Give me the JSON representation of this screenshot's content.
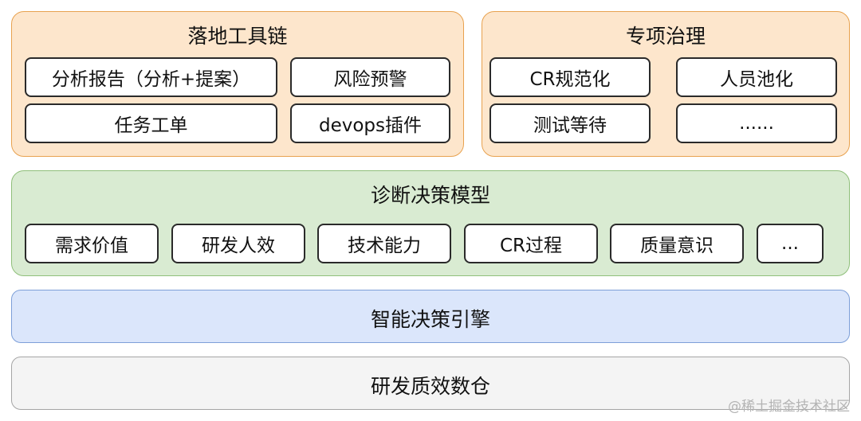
{
  "toolchain": {
    "title": "落地工具链",
    "items": [
      "分析报告（分析+提案）",
      "风险预警",
      "任务工单",
      "devops插件"
    ]
  },
  "special": {
    "title": "专项治理",
    "items": [
      "CR规范化",
      "人员池化",
      "测试等待",
      "......"
    ]
  },
  "model": {
    "title": "诊断决策模型",
    "items": [
      "需求价值",
      "研发人效",
      "技术能力",
      "CR过程",
      "质量意识",
      "..."
    ]
  },
  "engine": {
    "title": "智能决策引擎"
  },
  "warehouse": {
    "title": "研发质效数仓"
  },
  "watermark": "@稀土掘金技术社区",
  "colors": {
    "orange_fill": "#fde6cc",
    "orange_border": "#e8a24f",
    "green_fill": "#d9ebd2",
    "green_border": "#8fbf7a",
    "blue_fill": "#dbe6fb",
    "blue_border": "#7d9fd8",
    "grey_fill": "#f4f4f4",
    "grey_border": "#a5a5a5"
  }
}
